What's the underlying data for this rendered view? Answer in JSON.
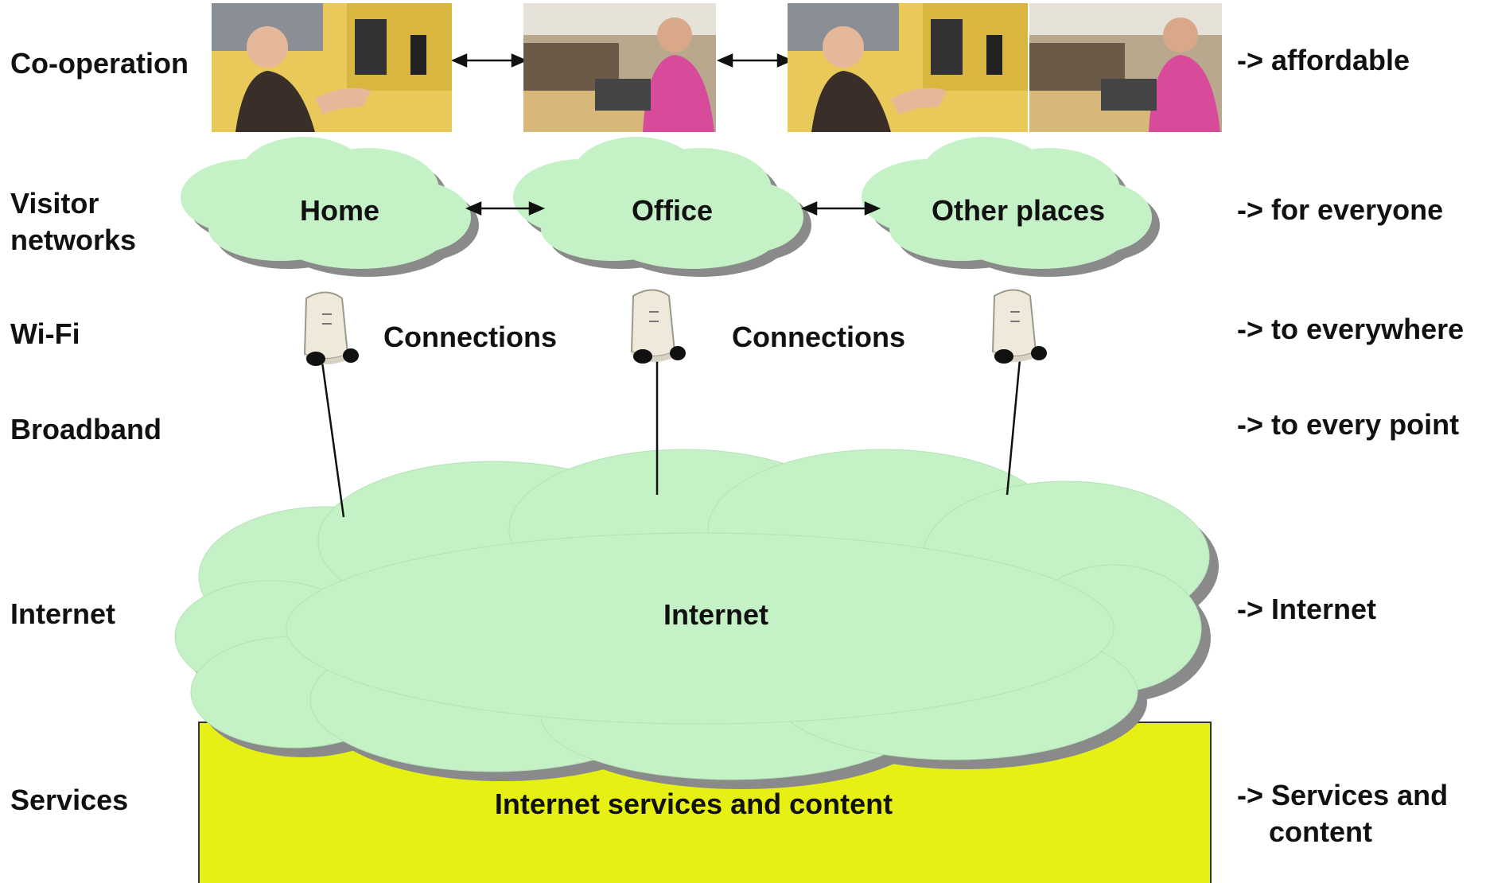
{
  "left_labels": {
    "cooperation": "Co-operation",
    "visitor_networks_1": "Visitor",
    "visitor_networks_2": "networks",
    "wifi": "Wi-Fi",
    "broadband": "Broadband",
    "internet": "Internet",
    "services": "Services"
  },
  "right_labels": {
    "affordable": "-> affordable",
    "for_everyone": "-> for everyone",
    "to_everywhere": "-> to everywhere",
    "to_every_point": "-> to every point",
    "internet": "-> Internet",
    "services_1": "-> Services and",
    "services_2": "content"
  },
  "clouds": {
    "home": "Home",
    "office": "Office",
    "other_places": "Other places",
    "internet": "Internet"
  },
  "connections": [
    "Connections",
    "Connections"
  ],
  "services_box": {
    "label": "Internet services and content"
  },
  "colors": {
    "cloud_fill": "#c4f2c6",
    "cloud_shadow": "#8a8a8a",
    "services_fill": "#e6f012",
    "text": "#111111"
  },
  "icons": {
    "photo": "person-with-laptop-photo",
    "access_point": "wifi-access-point-icon"
  }
}
